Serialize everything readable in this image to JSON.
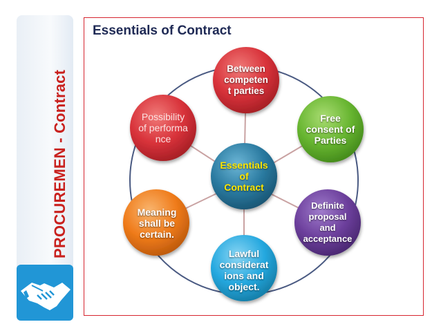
{
  "sidebar": {
    "title": "PROCUREMEN - Contract",
    "logo_icon": "handshake-icon"
  },
  "slide": {
    "title": "Essentials of Contract"
  },
  "diagram": {
    "center": "Essentials of Contract",
    "nodes": [
      "Between competen t parties",
      "Free consent of Parties",
      "Definite proposal and acceptance",
      "Lawful considerat ions and object.",
      "Meaning shall be certain.",
      "Possibility of performa nce"
    ]
  },
  "colors": {
    "sidebar_text": "#c9211e",
    "frame_border": "#d6252f",
    "title_text": "#1f2a55",
    "ring": "#4a5a82",
    "connector": "#c9a2a2",
    "center_node": "#2a7aa0",
    "center_text": "#ffe600",
    "node_between": "#d8323a",
    "node_free": "#67b530",
    "node_definite": "#6c3f9c",
    "node_lawful": "#25a8df",
    "node_meaning": "#ef7b1a",
    "node_possibility": "#d8323a"
  }
}
